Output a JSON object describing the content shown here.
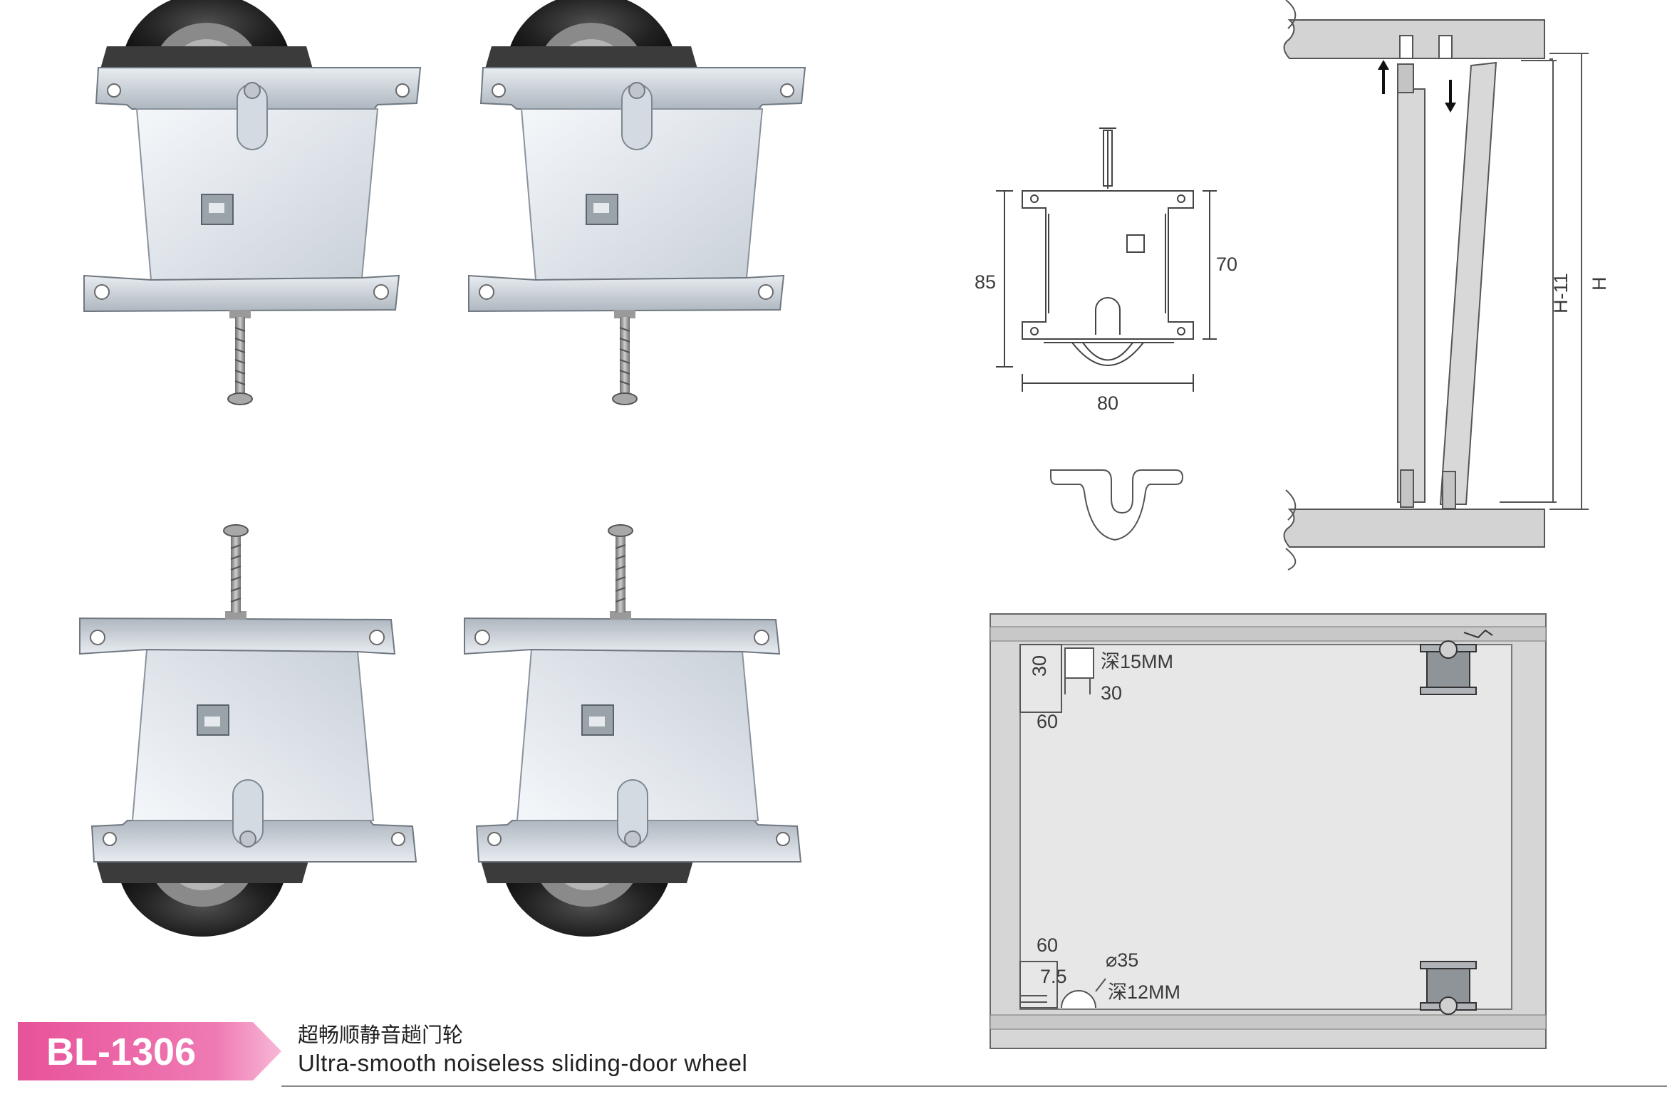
{
  "product": {
    "model_code": "BL-1306",
    "title_cn": "超畅顺静音趟门轮",
    "title_en": "Ultra-smooth noiseless sliding-door wheel"
  },
  "dimensions": {
    "height_85": "85",
    "height_70": "70",
    "width_80": "80"
  },
  "side_view": {
    "label_h11": "H-11",
    "label_h": "H"
  },
  "install_plan": {
    "top_cut_30_vertical": "30",
    "top_cut_depth": "深15MM",
    "top_cut_30_horizontal": "30",
    "top_cut_60": "60",
    "bottom_60": "60",
    "bottom_7_5": "7.5",
    "bottom_diameter": "⌀35",
    "bottom_depth": "深12MM"
  },
  "colors": {
    "badge_pink": "#e8529a",
    "badge_pink_light": "#f7b8d6",
    "plate_silver": "#e2e6ec",
    "wheel_black": "#1a1a1a",
    "panel_gray": "#d3d3d3",
    "line_gray": "#555555"
  },
  "icons": [
    "wheel-assembly-icon",
    "adjust-screw-icon",
    "up-arrow-icon",
    "down-arrow-icon"
  ]
}
